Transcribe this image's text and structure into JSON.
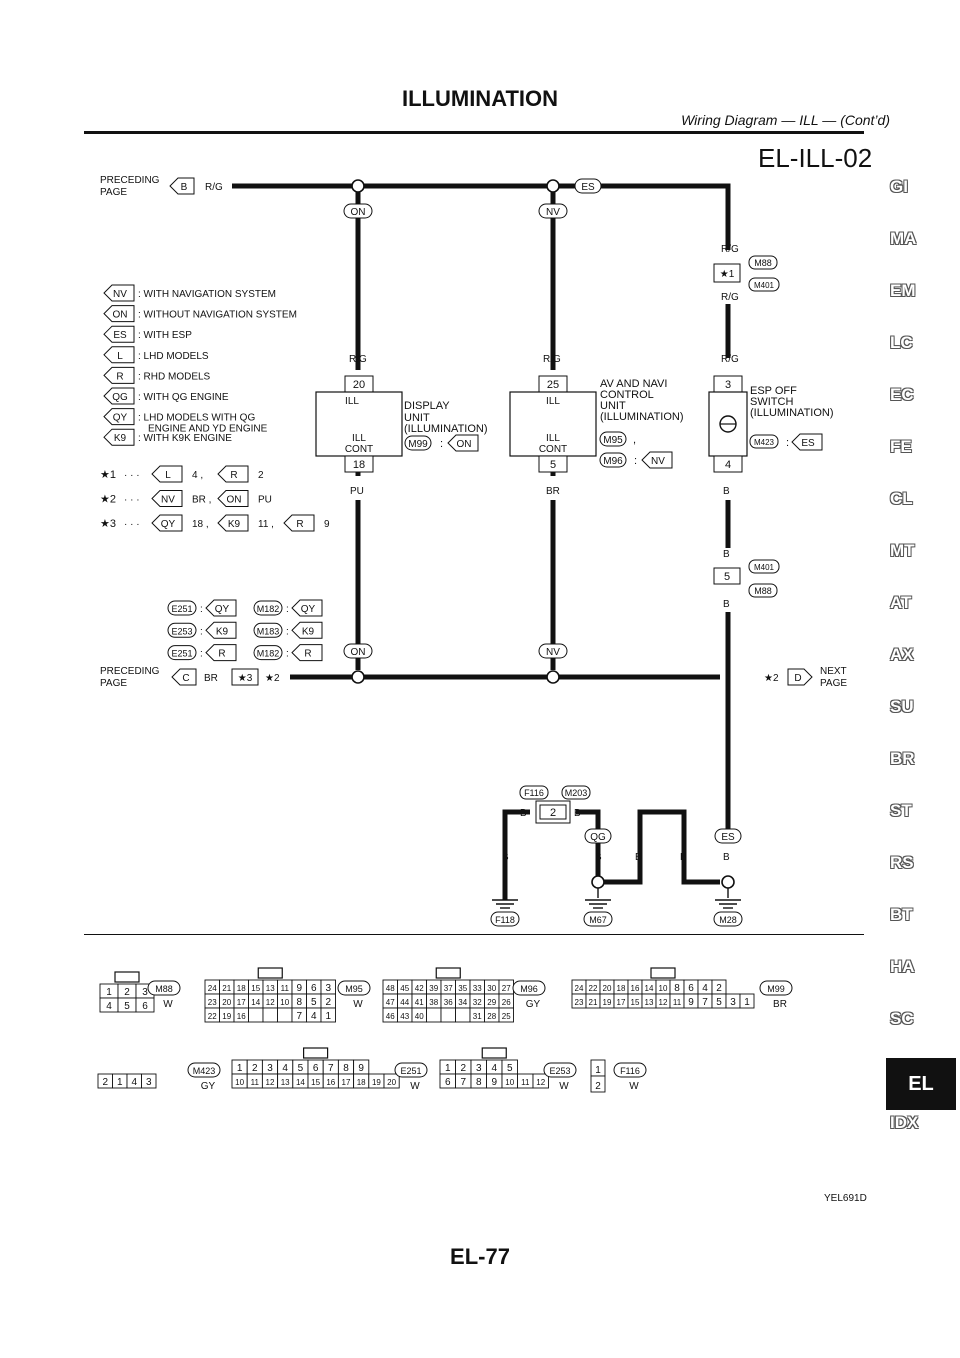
{
  "header": {
    "title": "ILLUMINATION",
    "subtitle": "Wiring Diagram — ILL — (Cont’d)"
  },
  "diagram_id": "EL-ILL-02",
  "image_code": "YEL691D",
  "page_code": "EL-77",
  "sidebar": [
    "GI",
    "MA",
    "EM",
    "LC",
    "EC",
    "FE",
    "CL",
    "MT",
    "AT",
    "AX",
    "SU",
    "BR",
    "ST",
    "RS",
    "BT",
    "HA",
    "SC",
    "EL",
    "IDX"
  ],
  "sidebar_active": "EL",
  "preceding_b": {
    "label": "PRECEDING PAGE",
    "conn": "B",
    "wire": "R/G"
  },
  "preceding_c": {
    "label": "PRECEDING PAGE",
    "conn": "C",
    "wire": "BR",
    "star": "★3"
  },
  "next_page": {
    "label": "NEXT PAGE",
    "conn": "D",
    "star": "★2"
  },
  "legend": [
    {
      "code": "NV",
      "text": ": WITH NAVIGATION SYSTEM"
    },
    {
      "code": "ON",
      "text": ": WITHOUT NAVIGATION SYSTEM"
    },
    {
      "code": "ES",
      "text": ": WITH ESP"
    },
    {
      "code": "L",
      "text": ": LHD MODELS"
    },
    {
      "code": "R",
      "text": ": RHD MODELS"
    },
    {
      "code": "QG",
      "text": ": WITH QG ENGINE"
    },
    {
      "code": "QY",
      "text": ": LHD MODELS WITH QG ENGINE AND YD ENGINE"
    },
    {
      "code": "K9",
      "text": ": WITH K9K ENGINE"
    }
  ],
  "stars": [
    {
      "label": "★1",
      "items": [
        [
          "L",
          "4"
        ],
        [
          "R",
          "2"
        ]
      ]
    },
    {
      "label": "★2",
      "items": [
        [
          "NV",
          "BR"
        ],
        [
          "ON",
          "PU"
        ]
      ]
    },
    {
      "label": "★3",
      "items": [
        [
          "QY",
          "18"
        ],
        [
          "K9",
          "11"
        ],
        [
          "R",
          "9"
        ]
      ]
    }
  ],
  "conn_map": [
    {
      "a": "E251",
      "b": "QY",
      "c": "M182",
      "d": "QY"
    },
    {
      "a": "E253",
      "b": "K9",
      "c": "M183",
      "d": "K9"
    },
    {
      "a": "E251",
      "b": "R",
      "c": "M182",
      "d": "R"
    }
  ],
  "components": {
    "display": {
      "name": "DISPLAY UNIT (ILLUMINATION)",
      "conn": "M99",
      "opt": "ON",
      "pin_top": "20",
      "pin_bot": "18",
      "ill": "ILL",
      "ill_cont": "ILL CONT",
      "wire_top": "R/G",
      "wire_bot": "PU",
      "tag_top": "ON",
      "tag_bot": "ON"
    },
    "av": {
      "name": "AV AND NAVI CONTROL UNIT (ILLUMINATION)",
      "conn1": "M95",
      "conn2": "M96",
      "opt": "NV",
      "pin_top": "25",
      "pin_bot": "5",
      "ill": "ILL",
      "ill_cont": "ILL CONT",
      "wire_top": "R/G",
      "wire_bot": "BR",
      "tag_top": "NV",
      "tag_bot": "NV"
    },
    "esp": {
      "name": "ESP OFF SWITCH (ILLUMINATION)",
      "conn": "M423",
      "opt": "ES",
      "pin_top": "3",
      "pin_bot": "4",
      "wire_top": "R/G",
      "wire_bot": "B",
      "tag": "ES"
    },
    "j1": {
      "conn_a": "M88",
      "conn_b": "M401",
      "star": "★1",
      "wire": "R/G"
    },
    "j2": {
      "conn_a": "M401",
      "conn_b": "M88",
      "pin": "5",
      "wire": "B"
    },
    "ground": {
      "f116": "F116",
      "m203": "M203",
      "pin": "2",
      "wire": "B",
      "qg": "QG",
      "es": "ES",
      "g1": "F118",
      "g2": "M67",
      "g3": "M28"
    }
  },
  "connectors": [
    {
      "id": "M88",
      "color": "W",
      "rows": [
        [
          "1",
          "2",
          "3"
        ],
        [
          "4",
          "5",
          "6"
        ]
      ]
    },
    {
      "id": "M95",
      "color": "W",
      "rows": [
        [
          "24",
          "21",
          "18",
          "15",
          "13",
          "11",
          "9",
          "6",
          "3"
        ],
        [
          "23",
          "20",
          "17",
          "14",
          "12",
          "10",
          "8",
          "5",
          "2"
        ],
        [
          "22",
          "19",
          "16",
          "",
          "",
          "",
          "7",
          "4",
          "1"
        ]
      ]
    },
    {
      "id": "M96",
      "color": "GY",
      "rows": [
        [
          "48",
          "45",
          "42",
          "39",
          "37",
          "35",
          "33",
          "30",
          "27"
        ],
        [
          "47",
          "44",
          "41",
          "38",
          "36",
          "34",
          "32",
          "29",
          "26"
        ],
        [
          "46",
          "43",
          "40",
          "",
          "",
          "",
          "31",
          "28",
          "25"
        ]
      ]
    },
    {
      "id": "M99",
      "color": "BR",
      "rows": [
        [
          "24",
          "22",
          "20",
          "18",
          "16",
          "14",
          "10",
          "8",
          "6",
          "4",
          "2"
        ],
        [
          "23",
          "21",
          "19",
          "17",
          "15",
          "13",
          "12",
          "11",
          "9",
          "7",
          "5",
          "3",
          "1"
        ]
      ]
    },
    {
      "id": "M423",
      "color": "GY",
      "rows": [
        [
          "2",
          "1",
          "4",
          "3"
        ]
      ]
    },
    {
      "id": "E251",
      "color": "W",
      "rows": [
        [
          "1",
          "2",
          "3",
          "4",
          "5",
          "6",
          "7",
          "8",
          "9"
        ],
        [
          "10",
          "11",
          "12",
          "13",
          "14",
          "15",
          "16",
          "17",
          "18",
          "19",
          "20"
        ]
      ]
    },
    {
      "id": "E253",
      "color": "W",
      "rows": [
        [
          "1",
          "2",
          "3",
          "4",
          "5"
        ],
        [
          "6",
          "7",
          "8",
          "9",
          "10",
          "11",
          "12"
        ]
      ]
    },
    {
      "id": "F116",
      "color": "W",
      "rows": [
        [
          "1"
        ],
        [
          "2"
        ]
      ]
    }
  ]
}
